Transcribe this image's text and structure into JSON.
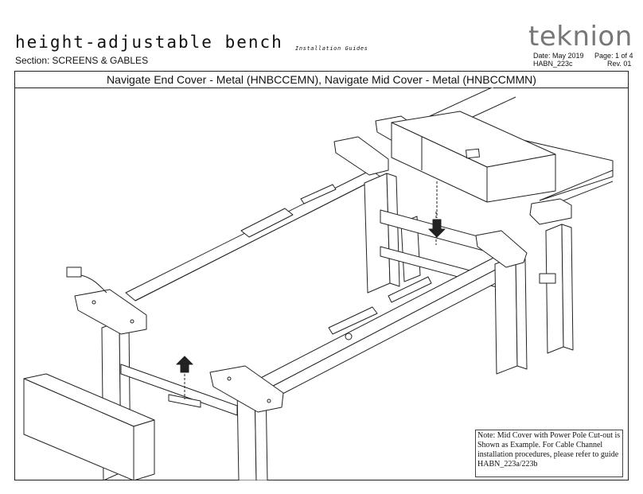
{
  "header": {
    "title": "height-adjustable bench",
    "subtitle": "Installation Guides",
    "section_label": "Section:",
    "section_value": "SCREENS & GABLES",
    "brand": "teknion",
    "date": "Date: May 2019",
    "page": "Page: 1 of 4",
    "doc_id": "HABN_223c",
    "revision": "Rev. 01"
  },
  "banner": {
    "text": "Navigate End Cover - Metal (HNBCCEMN), Navigate Mid Cover - Metal (HNBCCMMN)"
  },
  "note": {
    "text": "Note: Mid Cover with Power Pole Cut-out is Shown as Example. For Cable Channel installation procedures, please refer to guide HABN_223a/223b"
  },
  "colors": {
    "line": "#222222",
    "brand_gray": "#777777",
    "fill": "#ffffff"
  }
}
